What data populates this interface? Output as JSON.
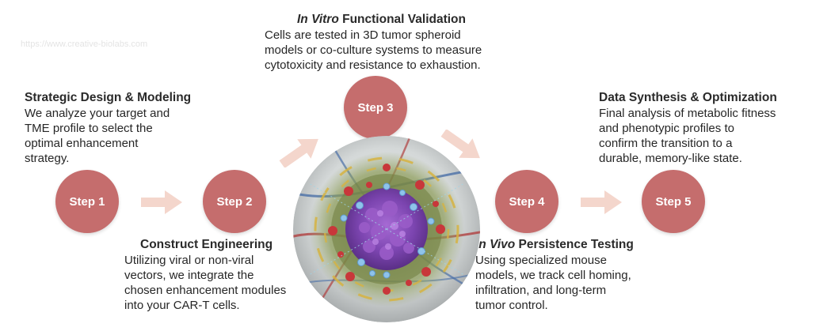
{
  "watermark": "https://www.creative-biolabs.com",
  "colors": {
    "step_circle": "#c56d6d",
    "arrow": "#f4d6cc",
    "text": "#262626"
  },
  "steps": [
    {
      "label": "Step 1"
    },
    {
      "label": "Step 2"
    },
    {
      "label": "Step 3"
    },
    {
      "label": "Step 4"
    },
    {
      "label": "Step 5"
    }
  ],
  "blocks": {
    "design": {
      "title": "Strategic Design & Modeling",
      "desc": "We analyze your target and\nTME profile to select the\noptimal enhancement\nstrategy."
    },
    "engineering": {
      "title": "Construct Engineering",
      "desc": "Utilizing viral or non-viral\nvectors, we integrate the\nchosen enhancement modules\ninto your CAR-T cells."
    },
    "validation": {
      "title_italic": "In Vitro",
      "title_rest": " Functional Validation",
      "desc": "Cells are tested in 3D tumor spheroid\nmodels or co-culture systems to measure\ncytotoxicity and resistance to exhaustion."
    },
    "persistence": {
      "title_italic": "In Vivo",
      "title_rest": " Persistence Testing",
      "desc": "Using specialized mouse\nmodels, we track cell homing,\ninfiltration, and long-term\ntumor control."
    },
    "synthesis": {
      "title": "Data Synthesis & Optimization",
      "desc": "Final analysis of metabolic fitness\nand phenotypic profiles to\nconfirm the transition to a\ndurable, memory-like state."
    }
  },
  "center_image": {
    "icon": "tumor-spheroid-illustration"
  }
}
